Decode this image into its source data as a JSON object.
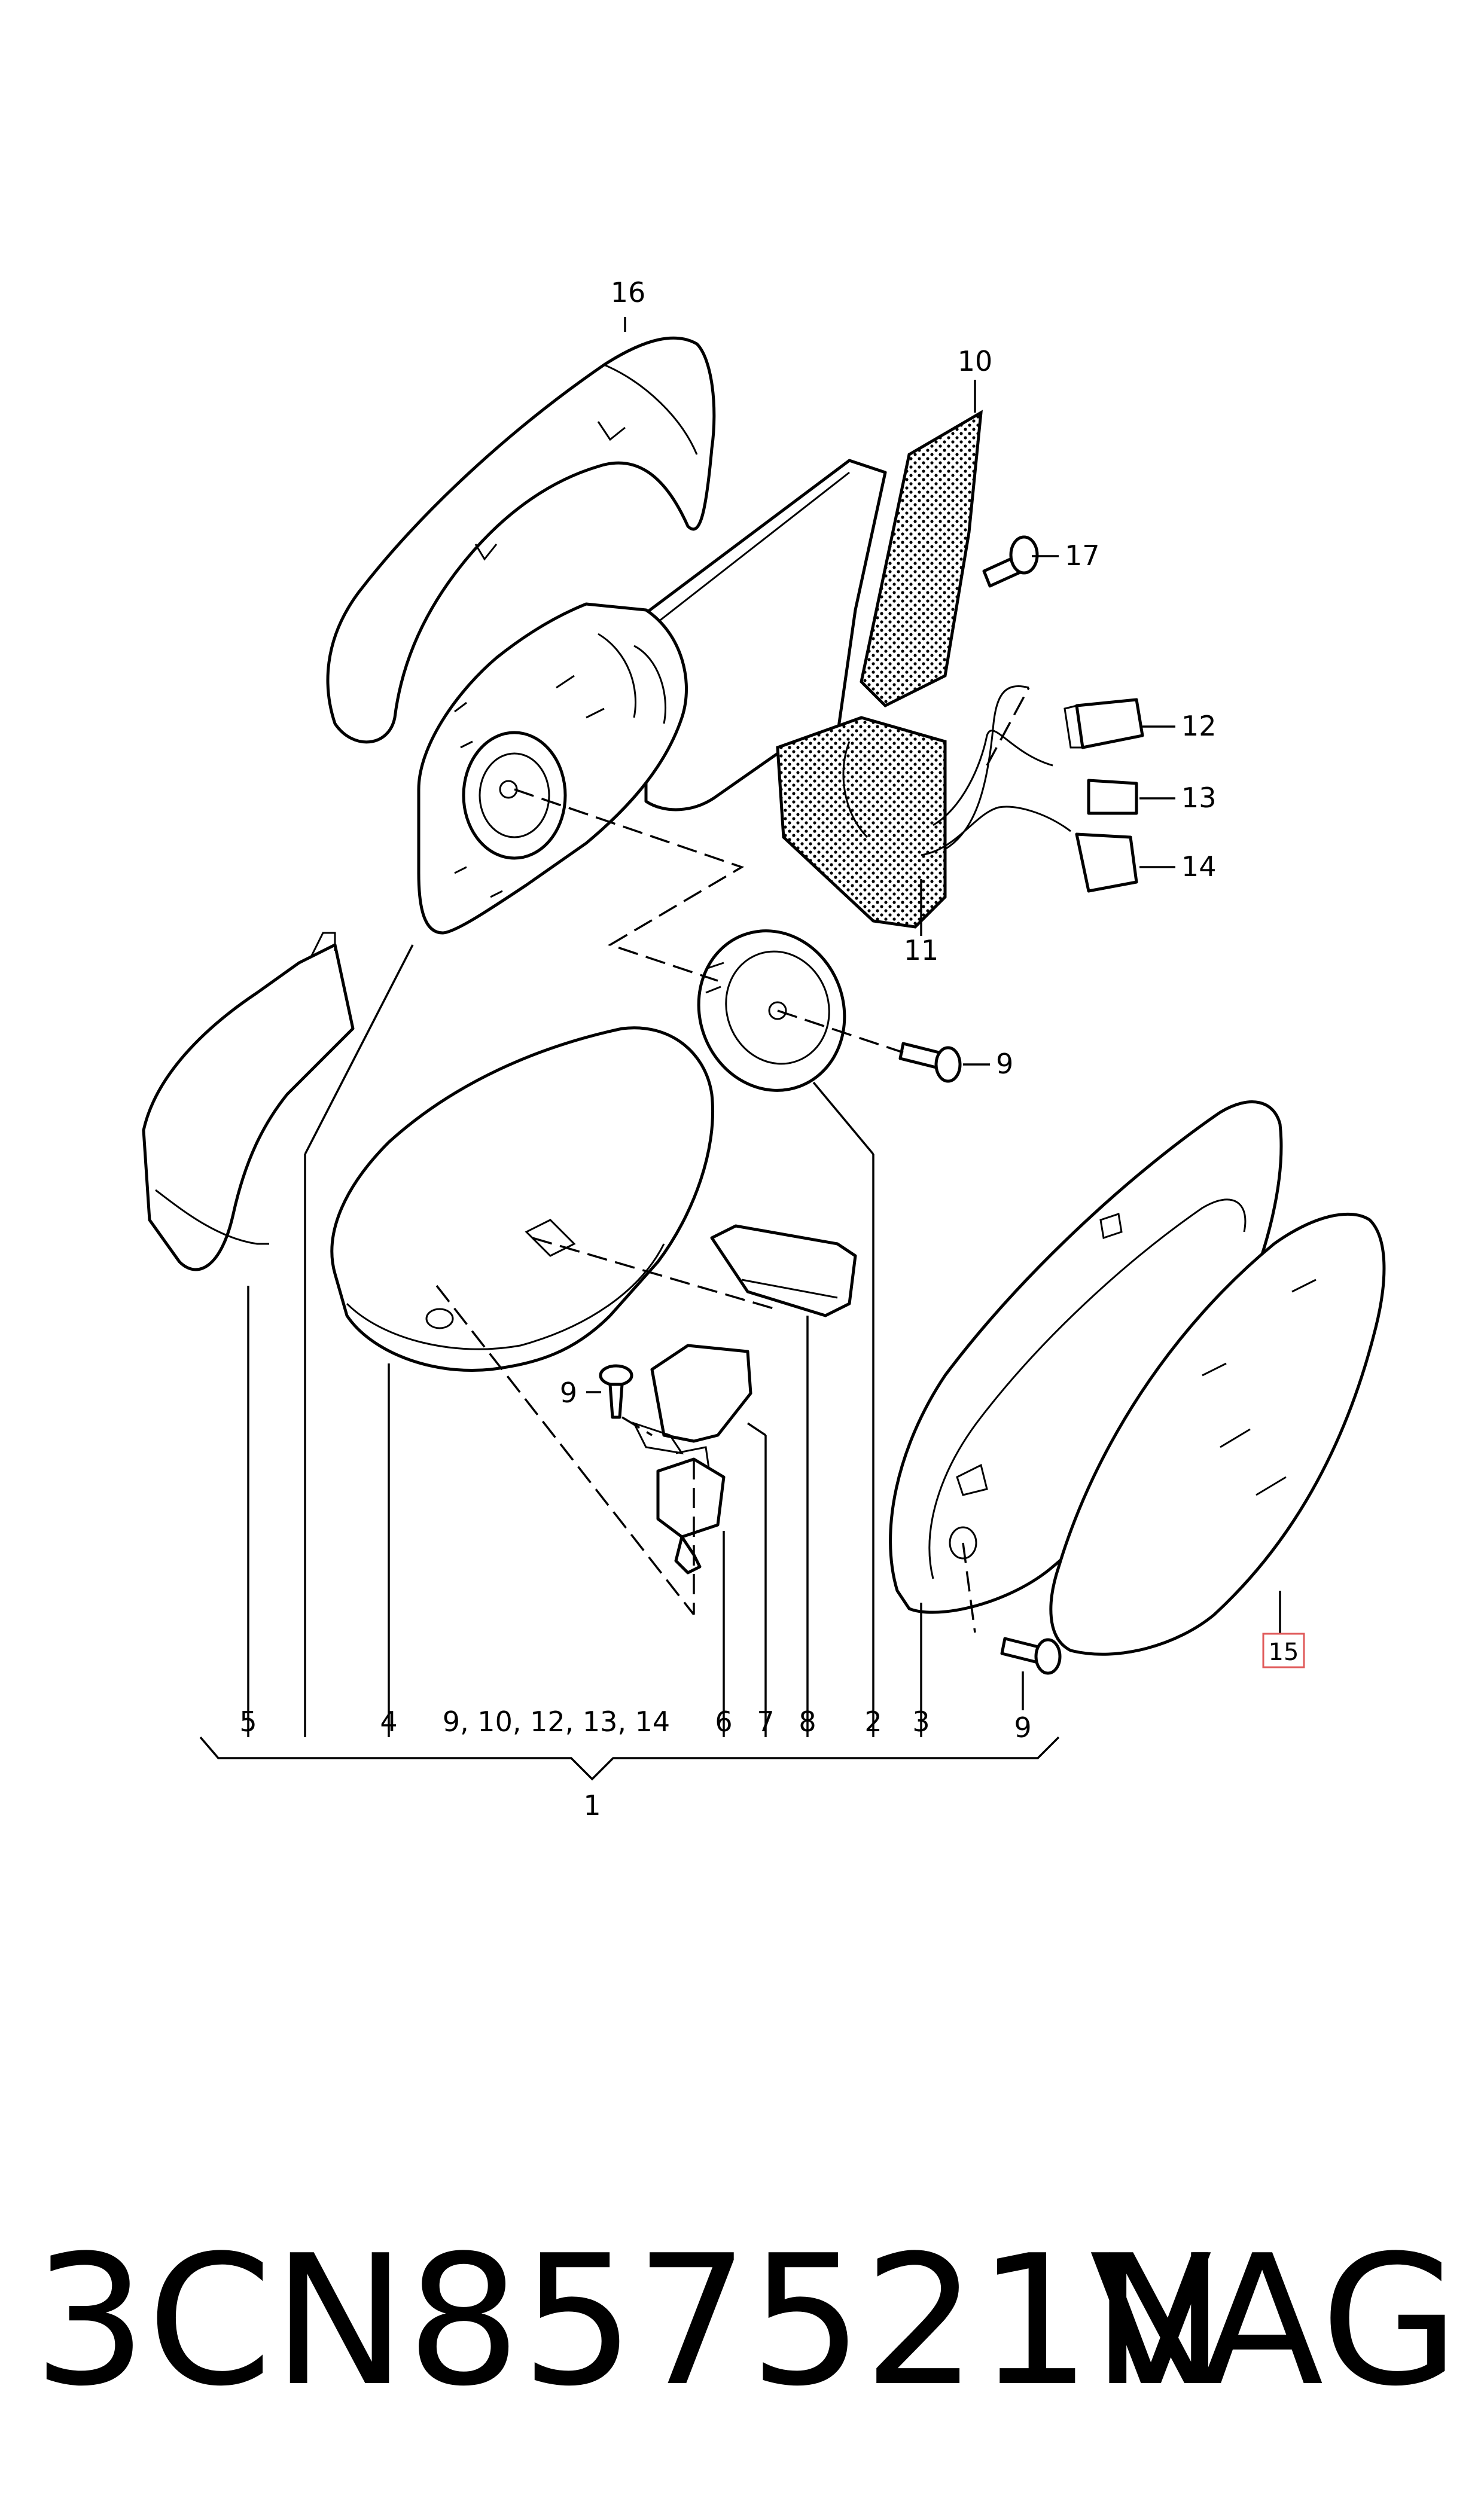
{
  "callouts": {
    "c16": "16",
    "c10": "10",
    "c17": "17",
    "c12": "12",
    "c13": "13",
    "c14": "14",
    "c11": "11",
    "c9a": "9",
    "c9b": "9",
    "c9c": "9",
    "c15": "15"
  },
  "bottom_labels": {
    "b5": "5",
    "b4": "4",
    "bgroup": "9, 10, 12, 13, 14",
    "b6": "6",
    "b7": "7",
    "b8": "8",
    "b2": "2",
    "b3": "3",
    "b9": "9",
    "assembly": "1"
  },
  "footer": {
    "part_number": "3CN857521N",
    "brand": "VAG"
  },
  "colors": {
    "line": "#000000",
    "highlight_box": "#e05a5a"
  }
}
